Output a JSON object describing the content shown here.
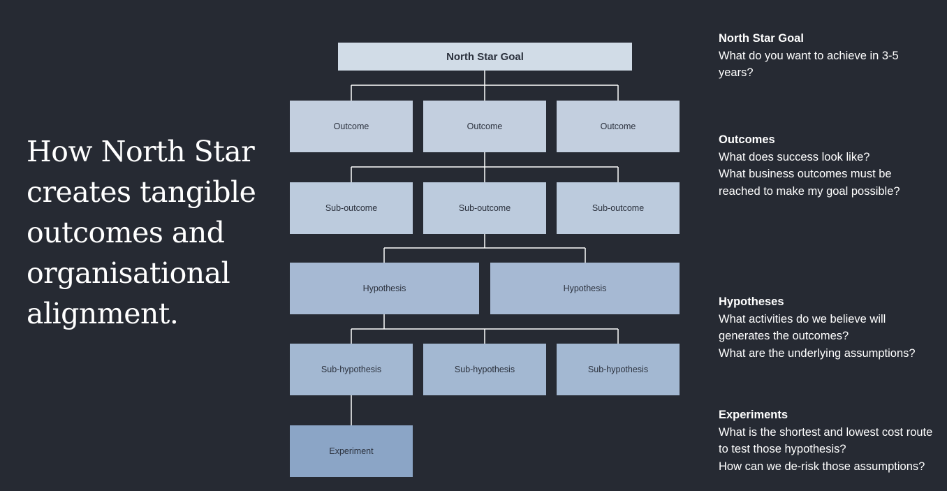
{
  "headline": "How North Star creates tangible outcomes and organisational alignment.",
  "tree": {
    "goal": "North Star Goal",
    "outcomes": [
      "Outcome",
      "Outcome",
      "Outcome"
    ],
    "sub_outcomes": [
      "Sub-outcome",
      "Sub-outcome",
      "Sub-outcome"
    ],
    "hypotheses": [
      "Hypothesis",
      "Hypothesis"
    ],
    "sub_hypotheses": [
      "Sub-hypothesis",
      "Sub-hypothesis",
      "Sub-hypothesis"
    ],
    "experiment": "Experiment"
  },
  "legend": {
    "goal": {
      "title": "North Star Goal",
      "lines": [
        "What do you want to achieve in 3-5 years?"
      ]
    },
    "outcomes": {
      "title": "Outcomes",
      "lines": [
        "What does success look like?",
        "What business outcomes must be reached to make my goal possible?"
      ]
    },
    "hypotheses": {
      "title": "Hypotheses",
      "lines": [
        "What activities do we believe will generates the outcomes?",
        "What are the underlying assumptions?"
      ]
    },
    "experiments": {
      "title": "Experiments",
      "lines": [
        "What is the shortest and lowest cost route to test those hypothesis?",
        "How can we de-risk those assumptions?"
      ]
    }
  },
  "colors": {
    "background": "#262a33",
    "goal_box": "#d1dce7",
    "outcome_box": "#c3cfdf",
    "sub_outcome_box": "#bccbdd",
    "hypothesis_box": "#a6b9d3",
    "sub_hypothesis_box": "#a3b8d2",
    "experiment_box": "#8ba5c6",
    "connector": "#ffffff"
  }
}
